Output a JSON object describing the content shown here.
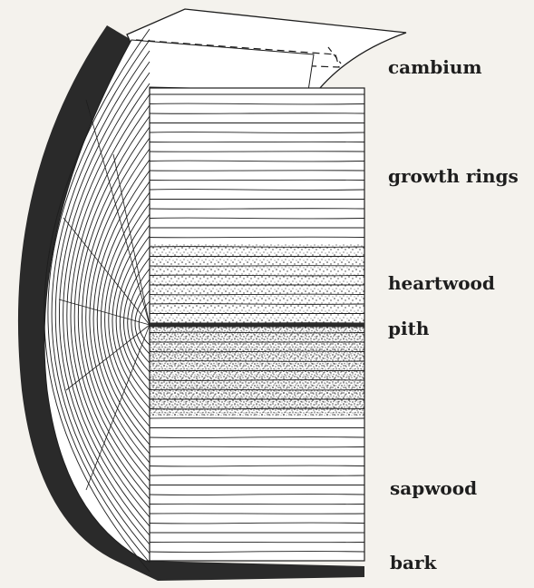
{
  "labels": {
    "cambium": "cambium",
    "growth_rings": "growth rings",
    "heartwood": "heartwood",
    "pith": "pith",
    "sapwood": "sapwood",
    "bark": "bark"
  },
  "colors": {
    "ink": "#1e1e1e",
    "paper": "#f4f2ed",
    "wood": "#ffffff",
    "heartwood_dots": "#3a3a3a"
  }
}
